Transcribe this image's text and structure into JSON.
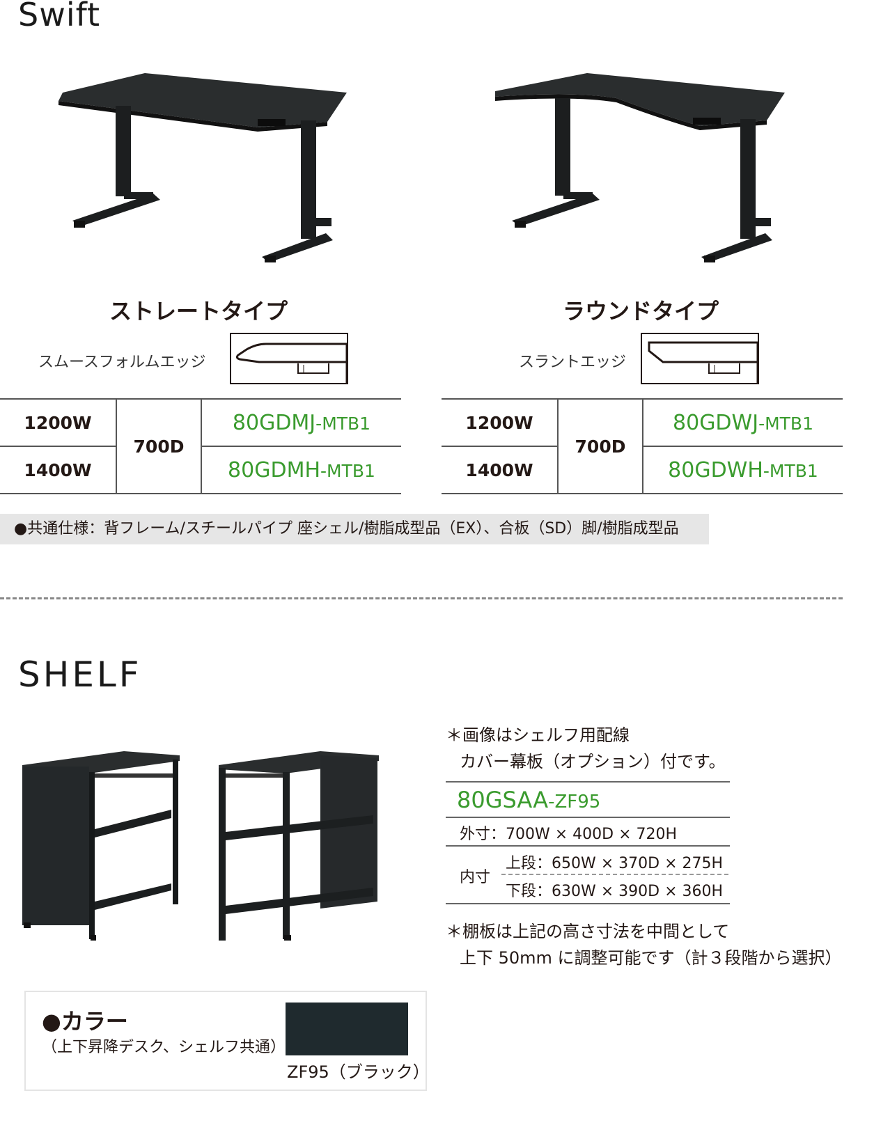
{
  "desk": {
    "brand": "Swift",
    "straight": {
      "title": "ストレートタイプ",
      "edge": "スムースフォルムエッジ",
      "rows": [
        {
          "width": "1200W",
          "code_main": "80GDMJ",
          "code_suffix": "-MTB1"
        },
        {
          "width": "1400W",
          "code_main": "80GDMH",
          "code_suffix": "-MTB1"
        }
      ],
      "depth": "700D"
    },
    "round": {
      "title": "ラウンドタイプ",
      "edge": "スラントエッジ",
      "rows": [
        {
          "width": "1200W",
          "code_main": "80GDWJ",
          "code_suffix": "-MTB1"
        },
        {
          "width": "1400W",
          "code_main": "80GDWH",
          "code_suffix": "-MTB1"
        }
      ],
      "depth": "700D"
    },
    "common_spec": "●共通仕様：背フレーム/スチールパイプ 座シェル/樹脂成型品（EX）、合板（SD）脚/樹脂成型品"
  },
  "shelf": {
    "brand": "SHELF",
    "note_line1": "＊画像はシェルフ用配線",
    "note_line2": "カバー幕板（オプション）付です。",
    "code_main": "80GSAA",
    "code_suffix": "-ZF95",
    "outer": "外寸：700W × 400D × 720H",
    "inner_label": "内寸",
    "inner_upper": "上段：650W × 370D × 275H",
    "inner_lower": "下段：630W × 390D × 360H",
    "note2_line1": "＊棚板は上記の高さ寸法を中間として",
    "note2_line2": "上下 50mm に調整可能です（計３段階から選択）"
  },
  "color": {
    "title": "●カラー",
    "subtitle": "（上下昇降デスク、シェルフ共通）",
    "swatch_label": "ZF95（ブラック）",
    "swatch_color": "#1f2a2e"
  }
}
